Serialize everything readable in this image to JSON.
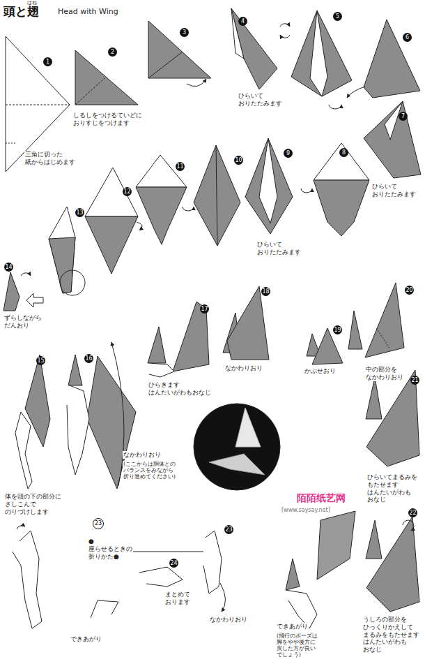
{
  "diagram": {
    "title": "頭と翅",
    "labels": [
      "はね",
      "Head with Wing",
      "1",
      "三角に切った 紙からはじめます",
      "2",
      "しるしをつけるていどに おりすじをつけます",
      "3",
      "4",
      "ひらいて おりたたみます",
      "5",
      "6",
      "7",
      "ひらいて おりたたみます",
      "8",
      "9",
      "ひらいて おりたたみます",
      "10",
      "11",
      "12",
      "13",
      "14",
      "ずらしながら だんおり",
      "15",
      "体を頭の下の部分に さしこんで のりづけします",
      "16",
      "なかわりおり",
      "(ここからは胴体との バランスをみながら 折り進めてください)",
      "17",
      "ひらきます はんたいがわもおなじ",
      "18",
      "なかわりおり",
      "19",
      "かぶせおり",
      "20",
      "中の部分を なかわりおり",
      "21",
      "ひらいてまるみを もたせます はんたいがわも おなじ",
      "陌陌纸艺网",
      "[www.saysay.net]",
      "22",
      "うしろの部分を ひっくりかえして まるみをもたせます はんたいがわも おなじ",
      "23",
      "●座らせるときの 折りかた●",
      "23",
      "24",
      "まとめて おります",
      "なかわりおり",
      "できあがり",
      "できあがり",
      "(飛行のポーズは 脚をやや後方に 戻した方が良い でしょう)"
    ]
  }
}
